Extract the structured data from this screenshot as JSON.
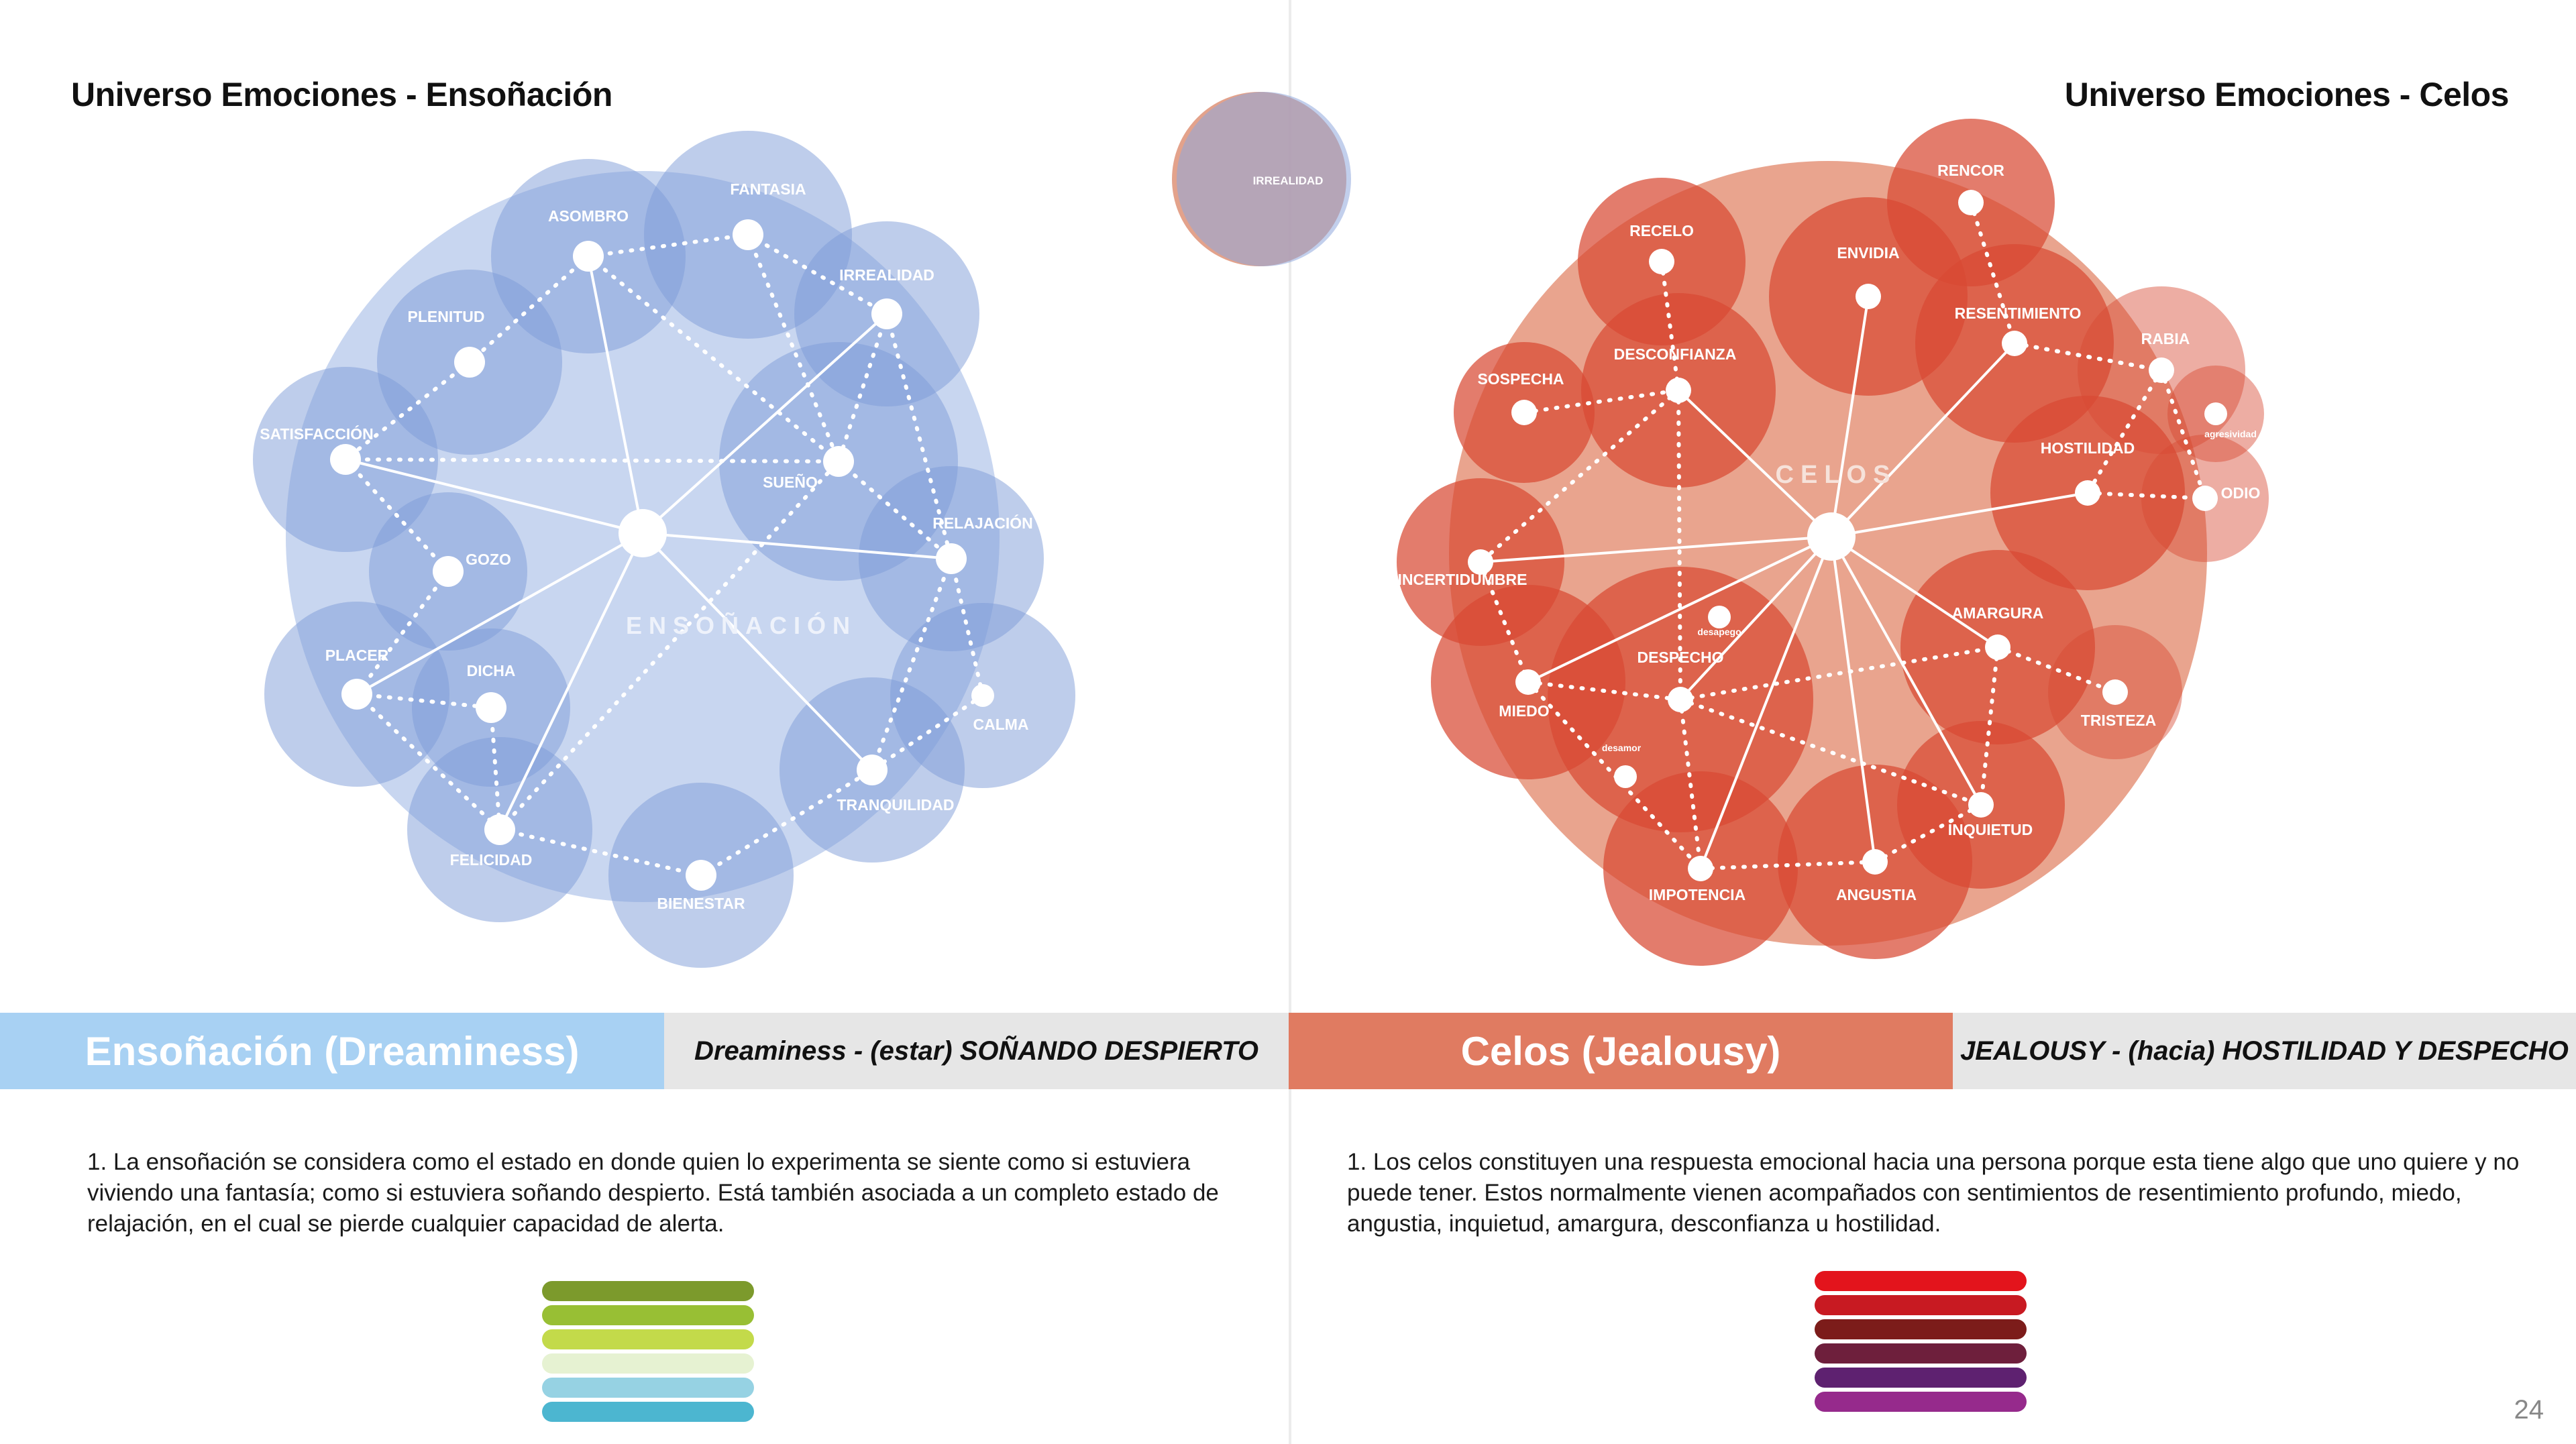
{
  "left_page": {
    "title": "Universo Emociones - Ensoñación",
    "center": "ENSOÑACIÓN",
    "nodes": [
      "ASOMBRO",
      "FANTASIA",
      "IRREALIDAD",
      "PLENITUD",
      "SATISFACCIÓN",
      "SUEÑO",
      "RELAJACIÓN",
      "GOZO",
      "PLACER",
      "DICHA",
      "CALMA",
      "TRANQUILIDAD",
      "FELICIDAD",
      "BIENESTAR"
    ],
    "band_title": "Ensoñación (Dreaminess)",
    "band_subtitle": "Dreaminess - (estar) SOÑANDO DESPIERTO",
    "description": "1. La ensoñación se considera como el estado en donde quien lo experimenta se siente como si estuviera viviendo una fantasía; como si estuviera soñando despierto. Está también asociada a un completo estado de relajación, en el cual se pierde cualquier capacidad de alerta.",
    "palette": [
      "#7c9a2c",
      "#98bf34",
      "#c3da4a",
      "#e6f2d2",
      "#96d2e3",
      "#4cb6d0"
    ]
  },
  "right_page": {
    "title": "Universo Emociones - Celos",
    "center": "CELOS",
    "nodes": [
      "RENCOR",
      "RECELO",
      "ENVIDIA",
      "RESENTIMIENTO",
      "RABIA",
      "DESCONFIANZA",
      "SOSPECHA",
      "agresividad",
      "HOSTILIDAD",
      "ODIO",
      "INCERTIDUMBRE",
      "desapego",
      "DESPECHO",
      "AMARGURA",
      "MIEDO",
      "TRISTEZA",
      "desamor",
      "INQUIETUD",
      "IMPOTENCIA",
      "ANGUSTIA"
    ],
    "band_title": "Celos (Jealousy)",
    "band_subtitle": "JEALOUSY - (hacia) HOSTILIDAD Y DESPECHO",
    "description": "1. Los celos constituyen una respuesta emocional hacia una persona porque esta tiene algo que uno quiere y no puede tener. Estos normalmente vienen acompañados con sentimientos de resentimiento profundo, miedo, angustia, inquietud, amargura, desconfianza u hostilidad.",
    "palette": [
      "#e3141c",
      "#c81a22",
      "#7c1c1a",
      "#6e1f3c",
      "#5e2170",
      "#962a8c"
    ]
  },
  "venn": {
    "label": "IRREALIDAD"
  },
  "colors": {
    "blue_bubble": "#7e9cd8",
    "blue_big": "#c8d6f0",
    "red_bubble": "#d84a33",
    "red_big": "#e9a48e"
  },
  "page_number": "24"
}
